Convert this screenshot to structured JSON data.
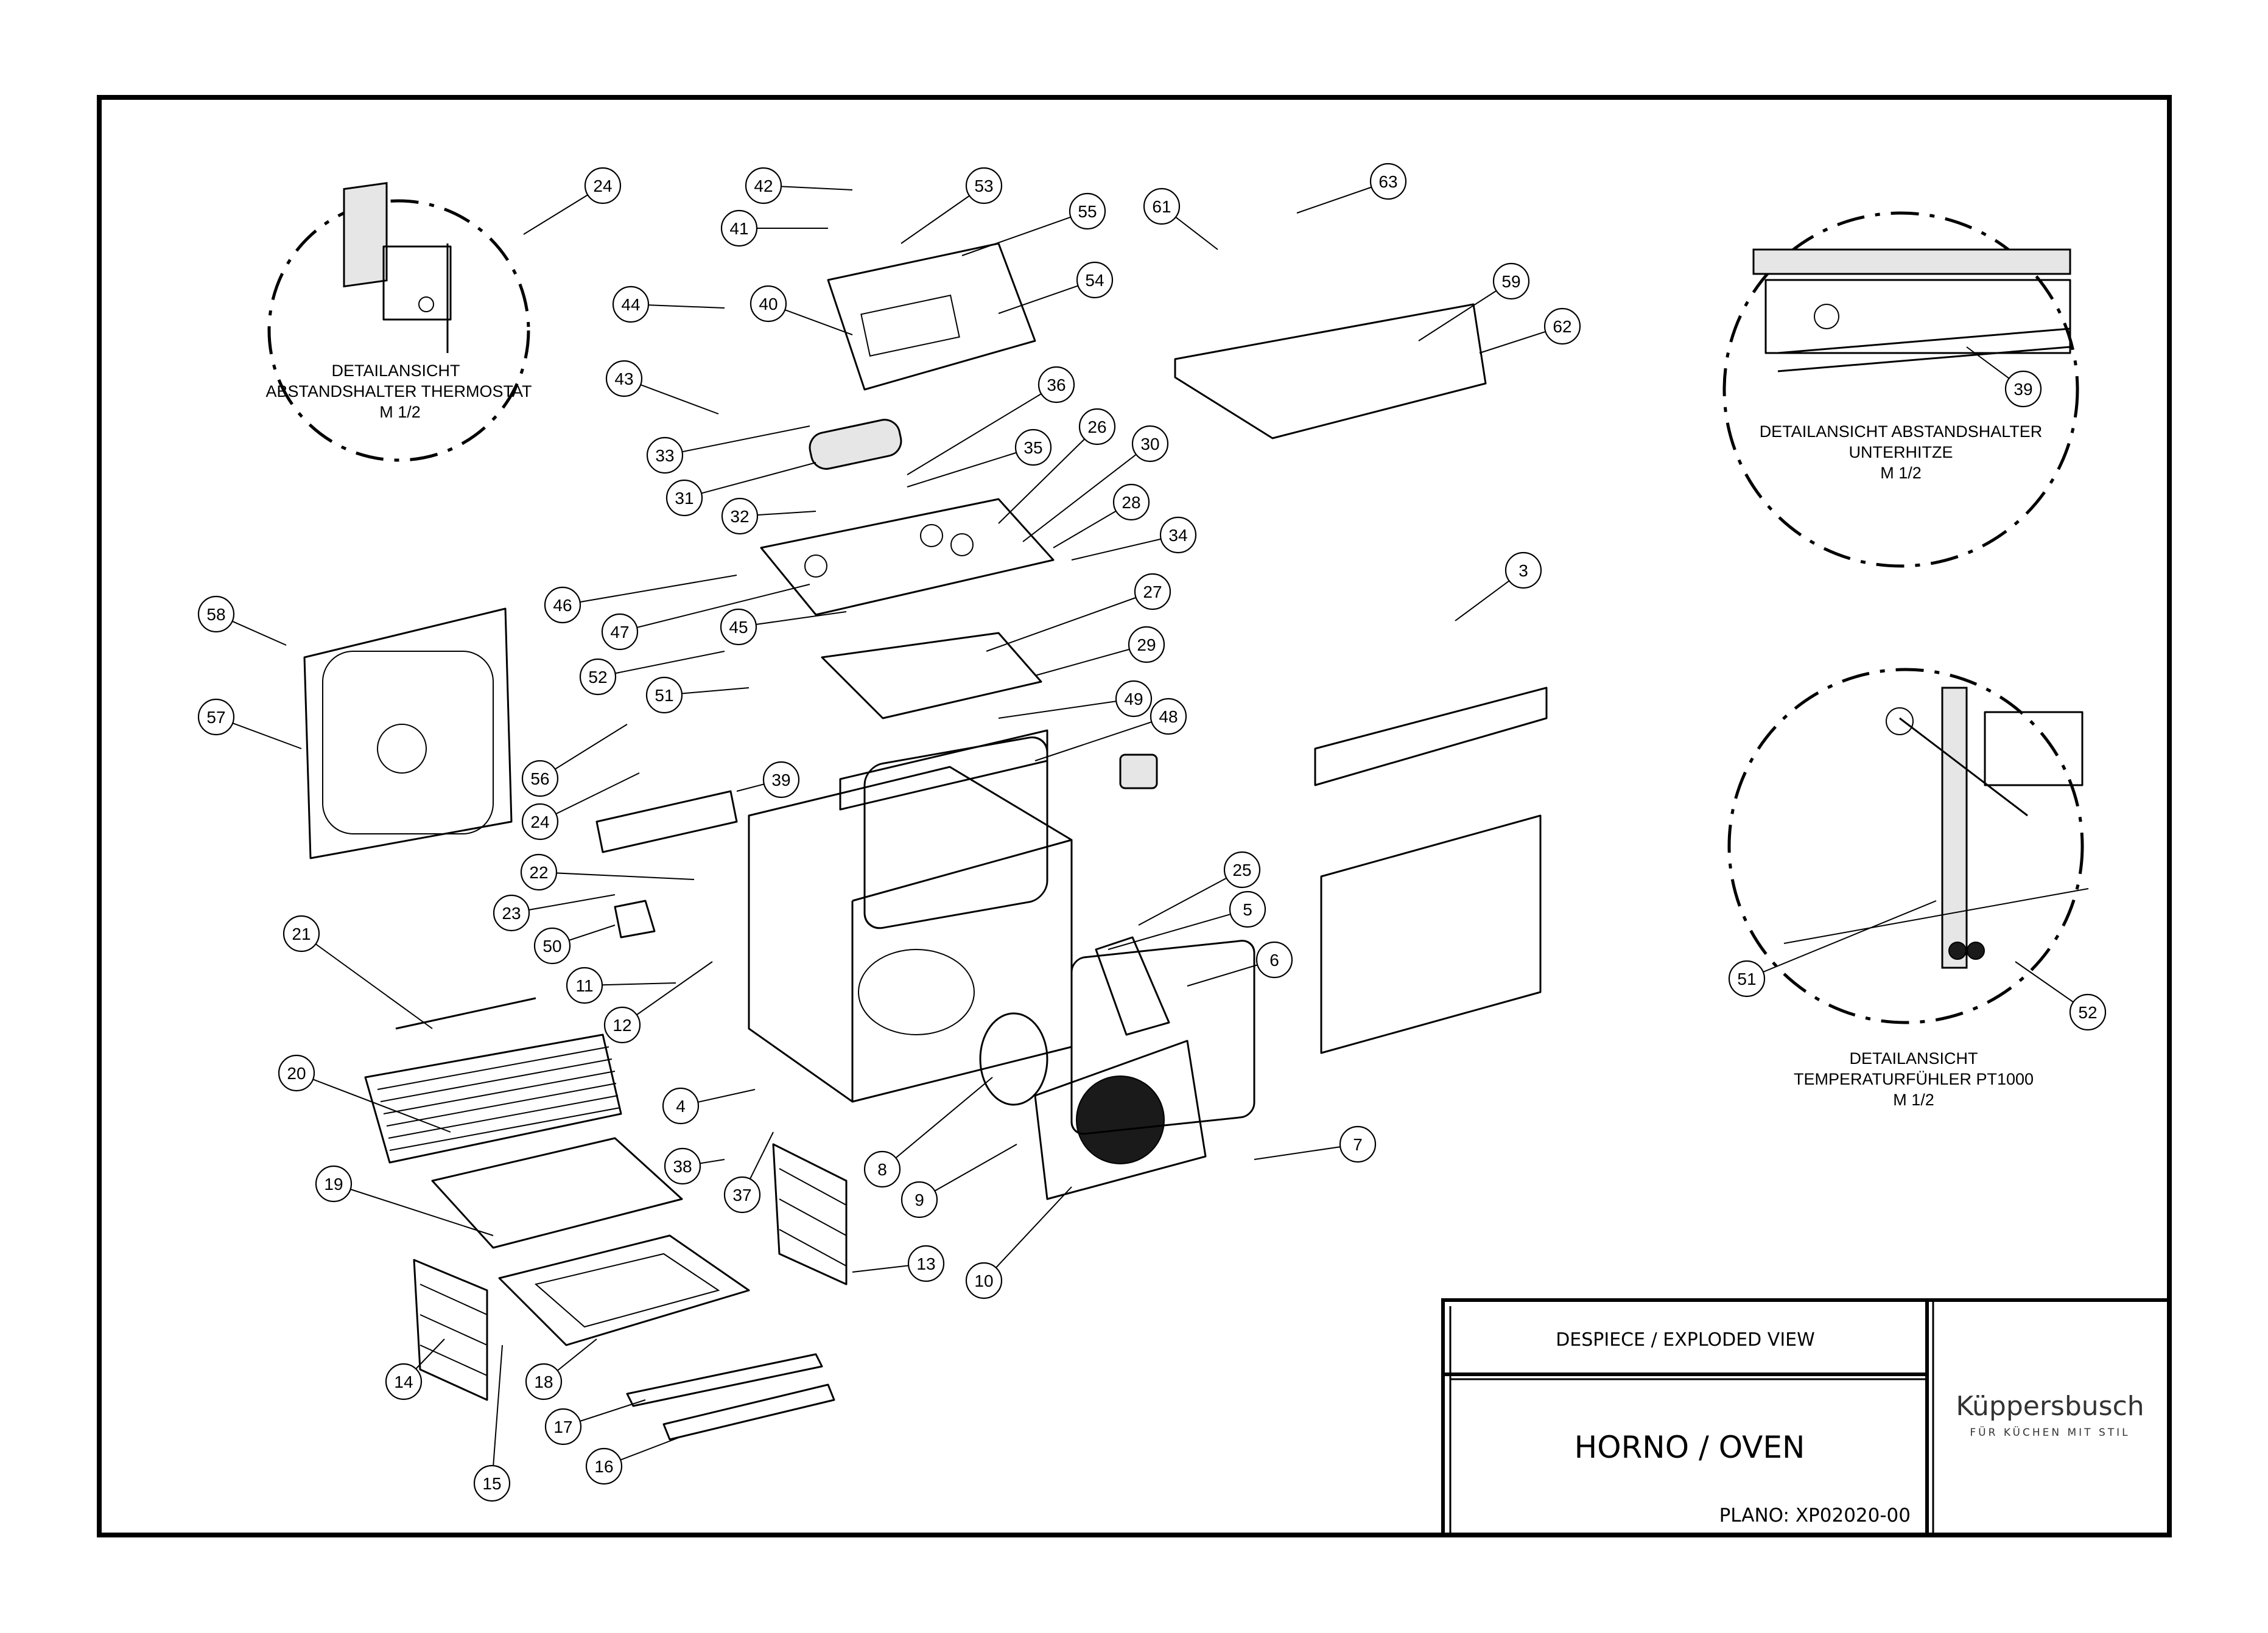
{
  "title_block": {
    "header": "DESPIECE / EXPLODED VIEW",
    "product": "HORNO / OVEN",
    "drawing_number": "PLANO: XP02020-00",
    "brand_name": "Küppersbusch",
    "brand_tagline": "FÜR KÜCHEN MIT STIL"
  },
  "detail_views": [
    {
      "id": "detail-thermostat",
      "lines": [
        "DETAILANSICHT",
        "ABSTANDSHALTER THERMOSTAT",
        "M 1/2"
      ]
    },
    {
      "id": "detail-underheat",
      "lines": [
        "DETAILANSICHT ABSTANDSHALTER",
        "UNTERHITZE",
        "M 1/2"
      ]
    },
    {
      "id": "detail-sensor",
      "lines": [
        "DETAILANSICHT",
        "TEMPERATURFÜHLER PT1000",
        "M 1/2"
      ]
    }
  ],
  "callouts": [
    "24",
    "42",
    "53",
    "55",
    "41",
    "61",
    "63",
    "44",
    "40",
    "54",
    "59",
    "62",
    "43",
    "33",
    "36",
    "31",
    "35",
    "32",
    "26",
    "30",
    "28",
    "34",
    "46",
    "47",
    "45",
    "27",
    "58",
    "29",
    "3",
    "52",
    "51",
    "49",
    "48",
    "57",
    "56",
    "39",
    "24",
    "22",
    "25",
    "23",
    "50",
    "5",
    "21",
    "11",
    "12",
    "6",
    "20",
    "4",
    "38",
    "8",
    "7",
    "37",
    "9",
    "19",
    "13",
    "10",
    "14",
    "18",
    "17",
    "16",
    "15",
    "39",
    "51",
    "52"
  ]
}
